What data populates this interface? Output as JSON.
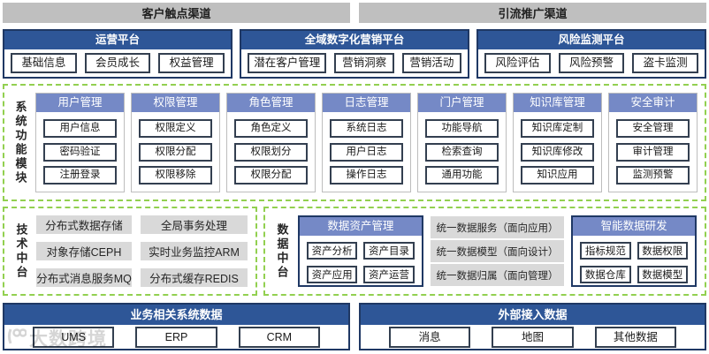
{
  "colors": {
    "header_blue": "#2E5697",
    "light_blue": "#7589C6",
    "navy_border": "#1F3864",
    "pill_border": "#333F50",
    "green_dashed": "#92D050",
    "gray_bar": "#BFBFBF",
    "gray_box": "#D9D9D9"
  },
  "top_channels": {
    "left": "客户触点渠道",
    "right": "引流推广渠道"
  },
  "platforms": [
    {
      "title": "运营平台",
      "items": [
        "基础信息",
        "会员成长",
        "权益管理"
      ]
    },
    {
      "title": "全域数字化营销平台",
      "items": [
        "潜在客户管理",
        "营销洞察",
        "营销活动"
      ]
    },
    {
      "title": "风险监测平台",
      "items": [
        "风险评估",
        "风险预警",
        "盗卡监测"
      ]
    }
  ],
  "system_modules": {
    "label": "系统功能模块",
    "columns": [
      {
        "title": "用户管理",
        "items": [
          "用户信息",
          "密码验证",
          "注册登录"
        ]
      },
      {
        "title": "权限管理",
        "items": [
          "权限定义",
          "权限分配",
          "权限移除"
        ]
      },
      {
        "title": "角色管理",
        "items": [
          "角色定义",
          "权限划分",
          "权限分配"
        ]
      },
      {
        "title": "日志管理",
        "items": [
          "系统日志",
          "用户日志",
          "操作日志"
        ]
      },
      {
        "title": "门户管理",
        "items": [
          "功能导航",
          "检索查询",
          "通用功能"
        ]
      },
      {
        "title": "知识库管理",
        "items": [
          "知识库定制",
          "知识库修改",
          "知识应用"
        ]
      },
      {
        "title": "安全审计",
        "items": [
          "安全管理",
          "审计管理",
          "监测预警"
        ]
      }
    ]
  },
  "tech_platform": {
    "label": "技术中台",
    "items": [
      "分布式数据存储",
      "全局事务处理",
      "对象存储CEPH",
      "实时业务监控ARM",
      "分布式消息服务MQ",
      "分布式缓存REDIS"
    ]
  },
  "data_platform": {
    "label": "数据中台",
    "asset_mgmt": {
      "title": "数据资产管理",
      "items": [
        "资产分析",
        "资产目录",
        "资产应用",
        "资产运营"
      ]
    },
    "services": [
      "统一数据服务（面向应用）",
      "统一数据模型（面向设计）",
      "统一数据归属（面向管理）"
    ],
    "smart_dev": {
      "title": "智能数据研发",
      "items": [
        "指标规范",
        "数据权限",
        "数据仓库",
        "数据模型"
      ]
    }
  },
  "bottom_panels": [
    {
      "title": "业务相关系统数据",
      "items": [
        "UMS",
        "ERP",
        "CRM"
      ]
    },
    {
      "title": "外部接入数据",
      "items": [
        "消息",
        "地图",
        "其他数据"
      ]
    }
  ],
  "watermark": {
    "text": "大数跨境"
  }
}
